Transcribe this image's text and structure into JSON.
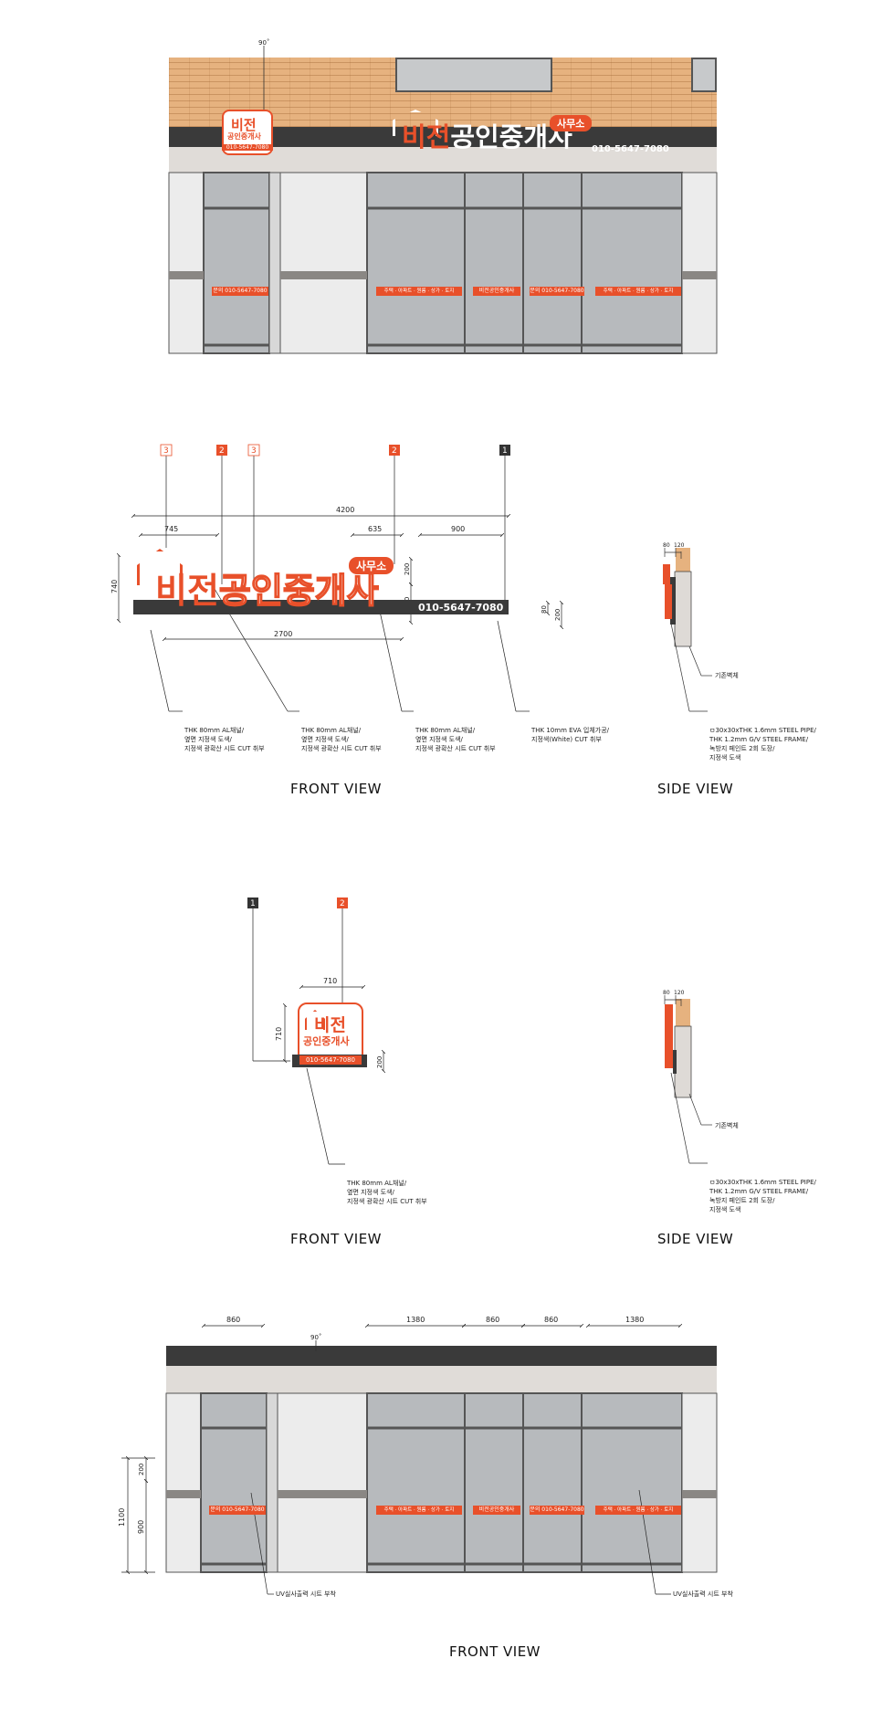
{
  "brand": {
    "name_orange": "비전",
    "name_white": "공인중개사",
    "badge": "사무소",
    "phone": "010-5647-7080",
    "small_sign_line1": "비전",
    "small_sign_line2": "공인중개사",
    "colors": {
      "orange": "#e8502a",
      "dark": "#3a3a3a",
      "brick": "#e6b27f",
      "glass": "#b7babd"
    }
  },
  "window_strips": {
    "s1": "문의 010-5647-7080",
    "s2": "주택 · 아파트 · 원룸 · 상가 · 토지",
    "s3": "비전공인중개사",
    "s4": "문의 010-5647-7080",
    "s5": "주택 · 아파트 · 원룸 · 상가 · 토지"
  },
  "elevation_top": {
    "angle": "90˚"
  },
  "main_sign": {
    "markers": [
      "3",
      "2",
      "3",
      "2",
      "1"
    ],
    "dims": {
      "total_width": "4200",
      "left_width": "745",
      "mid_width": "635",
      "right_width": "900",
      "text_width": "2700",
      "height": "740",
      "badge_h": "200",
      "text_h": "390",
      "bar_h1": "80",
      "bar_h2": "200"
    },
    "notes": {
      "n1": [
        "THK 80mm AL채널/",
        "옆면 지정색 도색/",
        "지정색 광확산 시트 CUT 취부"
      ],
      "n2": [
        "THK 80mm AL채널/",
        "옆면 지정색 도색/",
        "지정색 광확산 시트 CUT 취부"
      ],
      "n3": [
        "THK 80mm AL채널/",
        "옆면 지정색 도색/",
        "지정색 광확산 시트 CUT 취부"
      ],
      "n4": [
        "THK 10mm EVA 입체가공/",
        "지정색(White) CUT 취부"
      ]
    },
    "front_label": "FRONT VIEW"
  },
  "side_view_1": {
    "dim_a": "80",
    "dim_b": "120",
    "wall_note": "기존벽체",
    "frame_note": [
      "ㅁ30x30xTHK 1.6mm STEEL PIPE/",
      "THK 1.2mm G/V STEEL FRAME/",
      "녹방지 페인트 2회 도장/",
      "지정색 도색"
    ],
    "label": "SIDE VIEW"
  },
  "small_sign": {
    "markers": [
      "1",
      "2"
    ],
    "dims": {
      "width": "710",
      "height": "710",
      "bar": "200"
    },
    "note": [
      "THK 80mm AL채널/",
      "옆면 지정색 도색/",
      "지정색 광확산 시트 CUT 취부"
    ],
    "front_label": "FRONT VIEW"
  },
  "side_view_2": {
    "dim_a": "80",
    "dim_b": "120",
    "wall_note": "기존벽체",
    "frame_note": [
      "ㅁ30x30xTHK 1.6mm STEEL PIPE/",
      "THK 1.2mm G/V STEEL FRAME/",
      "녹방지 페인트 2회 도장/",
      "지정색 도색"
    ],
    "label": "SIDE VIEW"
  },
  "elevation_bottom": {
    "angle": "90˚",
    "dims": {
      "d1": "860",
      "d2": "1380",
      "d3": "860",
      "d4": "860",
      "d5": "1380",
      "h_total": "1100",
      "h_strip": "200",
      "h_low": "900"
    },
    "note_left": "UV실사출력 시트 부착",
    "note_right": "UV실사출력 시트 부착",
    "front_label": "FRONT VIEW"
  }
}
